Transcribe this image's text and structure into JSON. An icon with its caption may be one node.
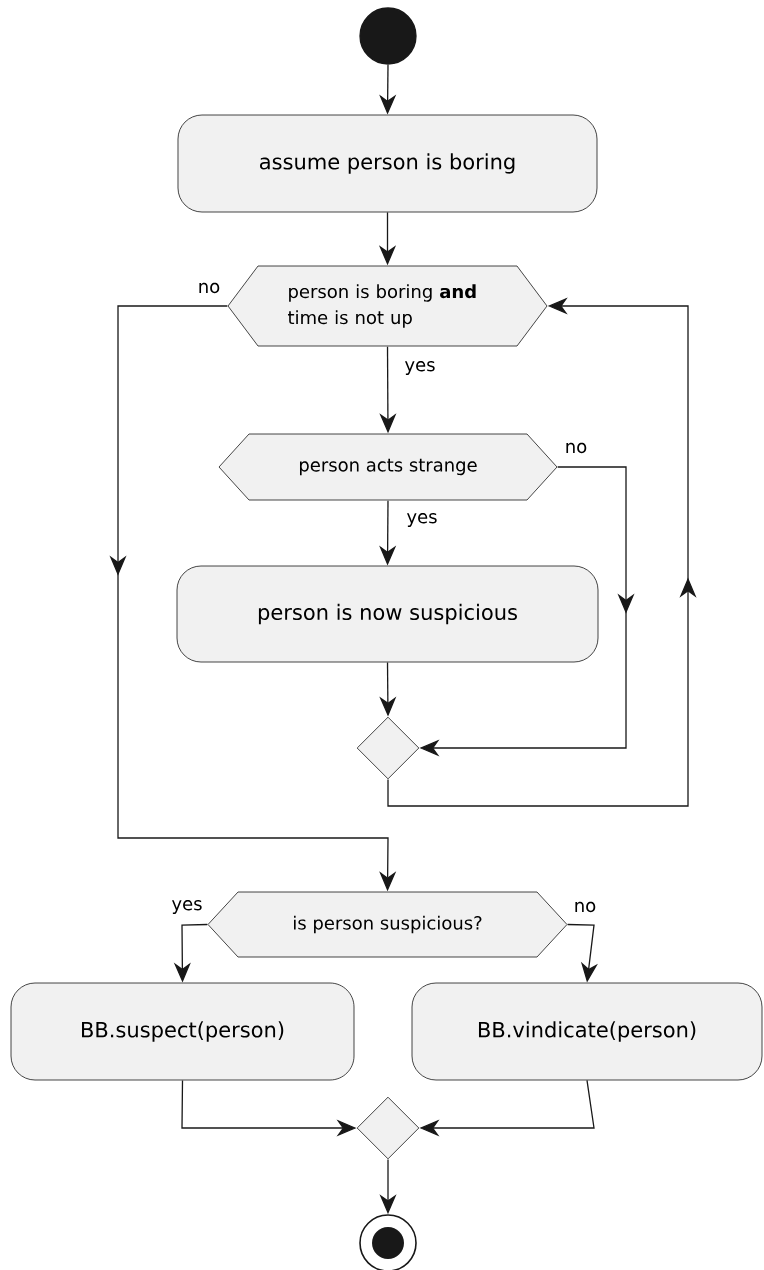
{
  "diagram": {
    "nodes": [
      {
        "text": [],
        "shape": "circle"
      },
      {
        "text": [
          "assume person is boring"
        ]
      },
      {
        "text": [
          "person is boring **and** time is not up"
        ]
      },
      {
        "text": [
          "person acts strange"
        ]
      },
      {
        "text": [
          "person is now suspicious"
        ]
      },
      {
        "text": [],
        "shape": "diamond"
      },
      {
        "text": [
          "is person suspicious?"
        ]
      },
      {
        "text": [
          "BB.suspect(person)"
        ]
      },
      {
        "text": [
          "BB.vindicate(person)"
        ]
      },
      {
        "text": [],
        "shape": "diamond"
      },
      {
        "text": [],
        "shape": "circle"
      }
    ],
    "edges": [
      {
        "from": 0,
        "to": 1,
        "arrow": "to"
      },
      {
        "from": 1,
        "to": 2,
        "arrow": "to"
      },
      {
        "from": 2,
        "to": 3,
        "arrow": "to",
        "label": "yes"
      },
      {
        "from": 3,
        "to": 4,
        "arrow": "to",
        "label": "yes"
      },
      {
        "from": 3,
        "to": 5,
        "arrow": "to",
        "label": "no"
      },
      {
        "from": 4,
        "to": 5,
        "arrow": "to"
      },
      {
        "from": 5,
        "to": 2,
        "arrow": "to"
      },
      {
        "from": 2,
        "to": 6,
        "arrow": "to",
        "label": "no"
      },
      {
        "from": 6,
        "to": 7,
        "arrow": "to",
        "label": "yes"
      },
      {
        "from": 6,
        "to": 8,
        "arrow": "to",
        "label": "no"
      },
      {
        "from": 7,
        "to": 9,
        "arrow": "to"
      },
      {
        "from": 8,
        "to": 9,
        "arrow": "to"
      },
      {
        "from": 9,
        "to": 10,
        "arrow": "to"
      }
    ]
  }
}
